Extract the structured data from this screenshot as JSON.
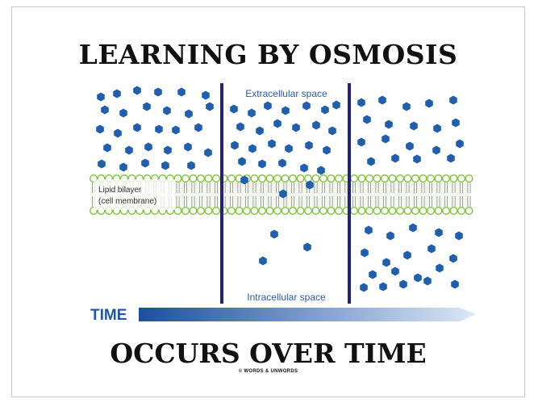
{
  "title": "LEARNING BY OSMOSIS",
  "labels": {
    "extracellular": "Extracellular space",
    "intracellular": "Intracellular space",
    "membrane_line1": "Lipid bilayer",
    "membrane_line2": "(cell membrane)"
  },
  "time_label": "TIME",
  "subtitle": "OCCURS OVER TIME",
  "copyright": "© WORDS & UNWORDS",
  "colors": {
    "molecule": "#1f5fae",
    "membrane_ring": "#7ebf3a",
    "divider": "#23237a",
    "label_text": "#2a5aa8",
    "time_arrow_start": "#1b4f9e",
    "time_arrow_end": "#dbe8f6"
  },
  "icons": [
    "molecule-icon",
    "phospholipid-icon",
    "time-arrow-icon"
  ]
}
